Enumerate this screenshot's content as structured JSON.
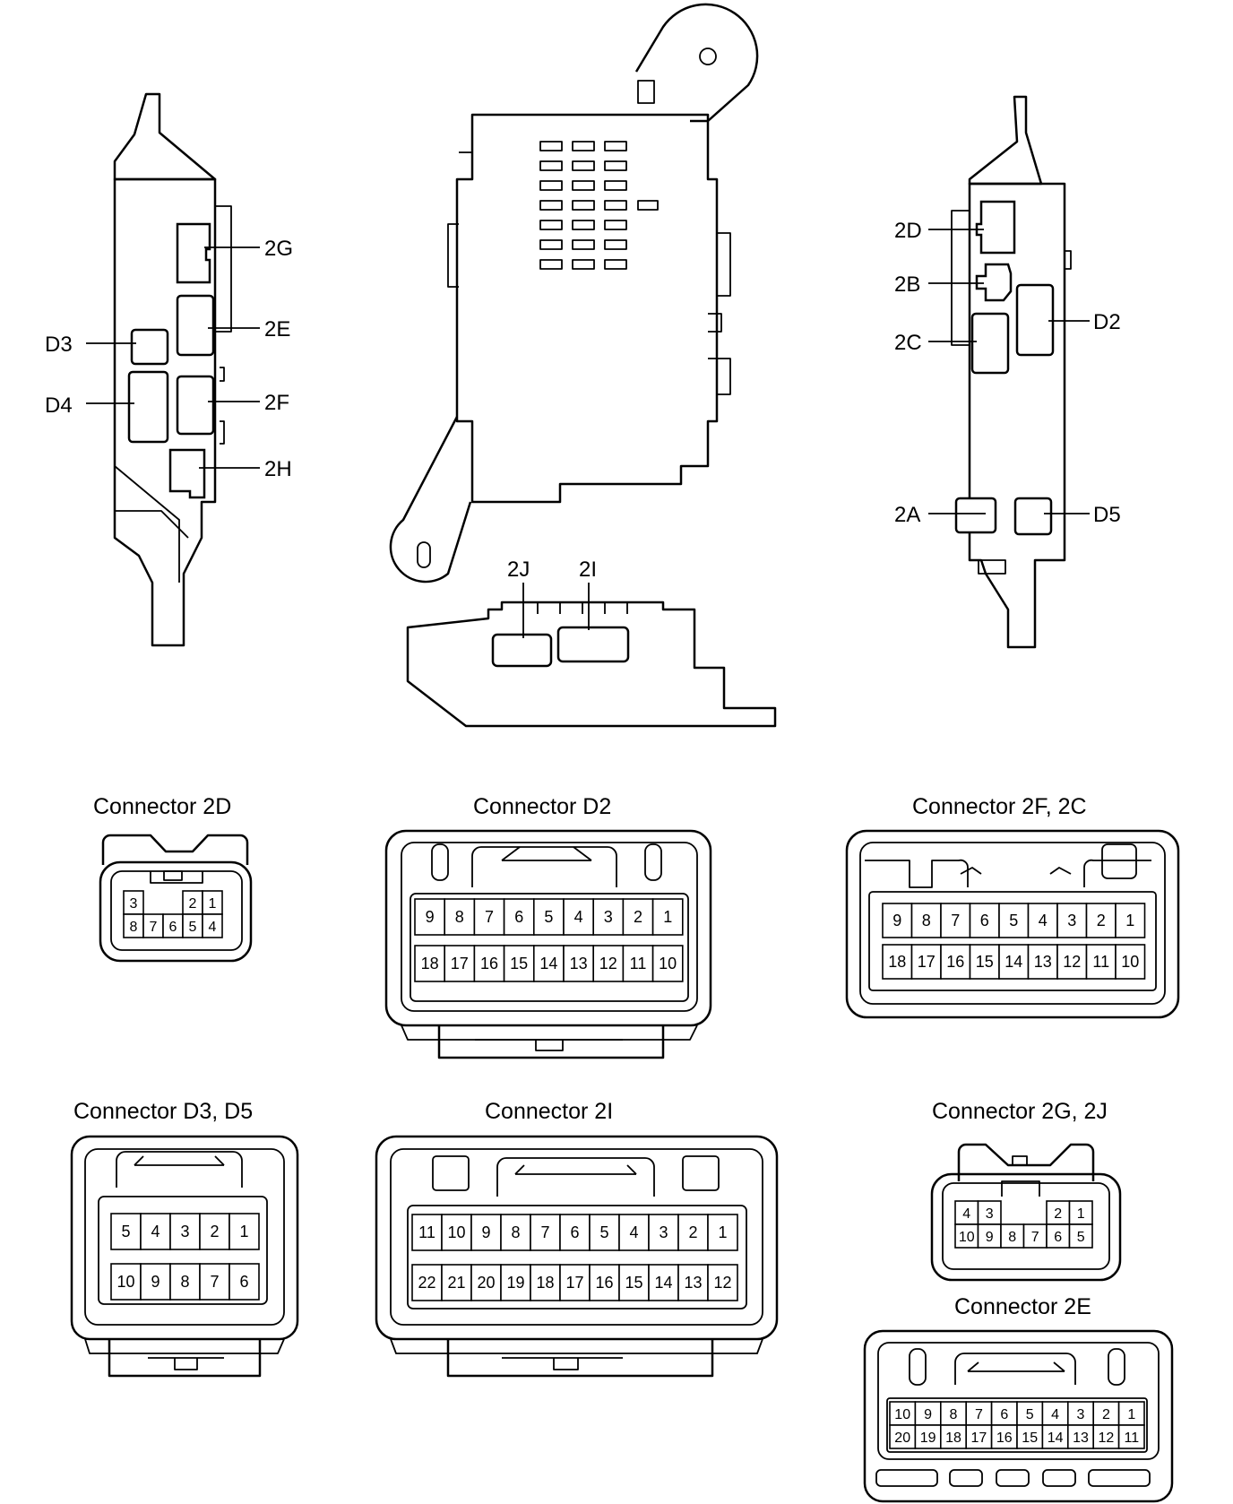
{
  "callouts": {
    "left_view": {
      "g2G": "2G",
      "g2E": "2E",
      "gD3": "D3",
      "gD4": "D4",
      "g2F": "2F",
      "g2H": "2H"
    },
    "center_view": {
      "g2J": "2J",
      "g2I": "2I"
    },
    "right_view": {
      "g2D": "2D",
      "g2B": "2B",
      "g2C": "2C",
      "gD2": "D2",
      "g2A": "2A",
      "gD5": "D5"
    }
  },
  "connectors": {
    "c2D": {
      "title": "Connector 2D",
      "rows": [
        [
          "3",
          "",
          "",
          "2",
          "1"
        ],
        [
          "8",
          "7",
          "6",
          "5",
          "4"
        ]
      ]
    },
    "cD2": {
      "title": "Connector D2",
      "rows": [
        [
          "9",
          "8",
          "7",
          "6",
          "5",
          "4",
          "3",
          "2",
          "1"
        ],
        [
          "18",
          "17",
          "16",
          "15",
          "14",
          "13",
          "12",
          "11",
          "10"
        ]
      ]
    },
    "c2F2C": {
      "title": "Connector 2F, 2C",
      "rows": [
        [
          "9",
          "8",
          "7",
          "6",
          "5",
          "4",
          "3",
          "2",
          "1"
        ],
        [
          "18",
          "17",
          "16",
          "15",
          "14",
          "13",
          "12",
          "11",
          "10"
        ]
      ]
    },
    "cD3D5": {
      "title": "Connector D3, D5",
      "rows": [
        [
          "5",
          "4",
          "3",
          "2",
          "1"
        ],
        [
          "10",
          "9",
          "8",
          "7",
          "6"
        ]
      ]
    },
    "c2I": {
      "title": "Connector 2I",
      "rows": [
        [
          "11",
          "10",
          "9",
          "8",
          "7",
          "6",
          "5",
          "4",
          "3",
          "2",
          "1"
        ],
        [
          "22",
          "21",
          "20",
          "19",
          "18",
          "17",
          "16",
          "15",
          "14",
          "13",
          "12"
        ]
      ]
    },
    "c2G2J": {
      "title": "Connector 2G, 2J",
      "rows": [
        [
          "4",
          "3",
          "",
          "",
          "2",
          "1"
        ],
        [
          "10",
          "9",
          "8",
          "7",
          "6",
          "5"
        ]
      ]
    },
    "c2E": {
      "title": "Connector 2E",
      "rows": [
        [
          "10",
          "9",
          "8",
          "7",
          "6",
          "5",
          "4",
          "3",
          "2",
          "1"
        ],
        [
          "20",
          "19",
          "18",
          "17",
          "16",
          "15",
          "14",
          "13",
          "12",
          "11"
        ]
      ]
    }
  }
}
